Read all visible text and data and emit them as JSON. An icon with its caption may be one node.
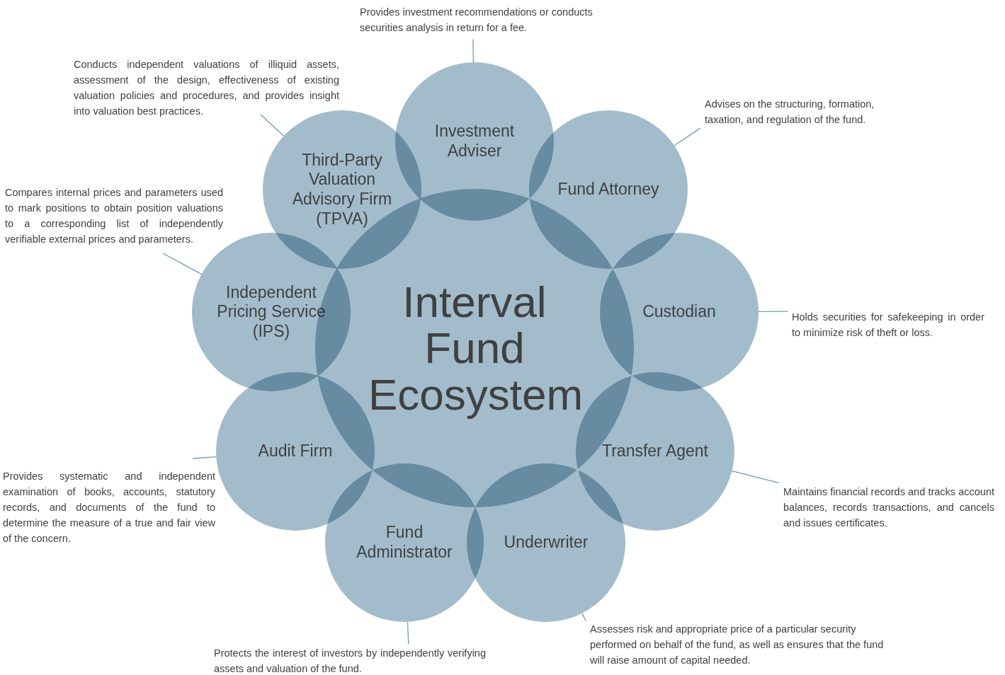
{
  "diagram": {
    "nodes": [
      {
        "text": [
          "Interval Fund Ecosystem"
        ]
      },
      {
        "text": [
          "Investment Adviser"
        ]
      },
      {
        "text": [
          "Fund Attorney"
        ]
      },
      {
        "text": [
          "Custodian"
        ]
      },
      {
        "text": [
          "Transfer Agent"
        ]
      },
      {
        "text": [
          "Underwriter"
        ]
      },
      {
        "text": [
          "Fund Administrator"
        ]
      },
      {
        "text": [
          "Audit Firm"
        ]
      },
      {
        "text": [
          "Independent Pricing Service (IPS)"
        ]
      },
      {
        "text": [
          "Third-Party Valuation Advisory Firm (TPVA)"
        ]
      },
      {
        "text": [
          "Provides investment recommendations or conducts securities analysis in return for a fee."
        ]
      },
      {
        "text": [
          "Advises on the structuring, formation, taxation, and regulation of the fund."
        ]
      },
      {
        "text": [
          "Holds securities for safekeeping in order to minimize risk of theft or loss."
        ]
      },
      {
        "text": [
          "Maintains financial records and tracks account balances, records transactions, and cancels and issues certificates."
        ]
      },
      {
        "text": [
          "Assesses risk and appropriate price of a particular security performed on behalf of the fund, as well as ensures that the fund will raise amount of capital needed."
        ]
      },
      {
        "text": [
          "Protects the interest of investors by independently verifying assets and valuation of the fund."
        ]
      },
      {
        "text": [
          "Provides systematic and independent examination of books, accounts, statutory records, and documents of the fund to determine the measure of a true and fair view of the concern."
        ]
      },
      {
        "text": [
          "Compares internal prices and parameters used to mark positions to obtain position valuations to a corresponding list of independently verifiable external prices and parameters."
        ]
      },
      {
        "text": [
          "Conducts independent valuations of illiquid assets, assessment of the design, effectiveness of existing valuation policies and procedures, and provides insight into valuation best practices."
        ]
      }
    ],
    "edges": [
      {
        "from": 10,
        "to": 1,
        "arrow": "none"
      },
      {
        "from": 11,
        "to": 2,
        "arrow": "none"
      },
      {
        "from": 12,
        "to": 3,
        "arrow": "none"
      },
      {
        "from": 13,
        "to": 4,
        "arrow": "none"
      },
      {
        "from": 14,
        "to": 5,
        "arrow": "none"
      },
      {
        "from": 15,
        "to": 6,
        "arrow": "none"
      },
      {
        "from": 16,
        "to": 7,
        "arrow": "none"
      },
      {
        "from": 17,
        "to": 8,
        "arrow": "none"
      },
      {
        "from": 18,
        "to": 9,
        "arrow": "none"
      }
    ]
  }
}
